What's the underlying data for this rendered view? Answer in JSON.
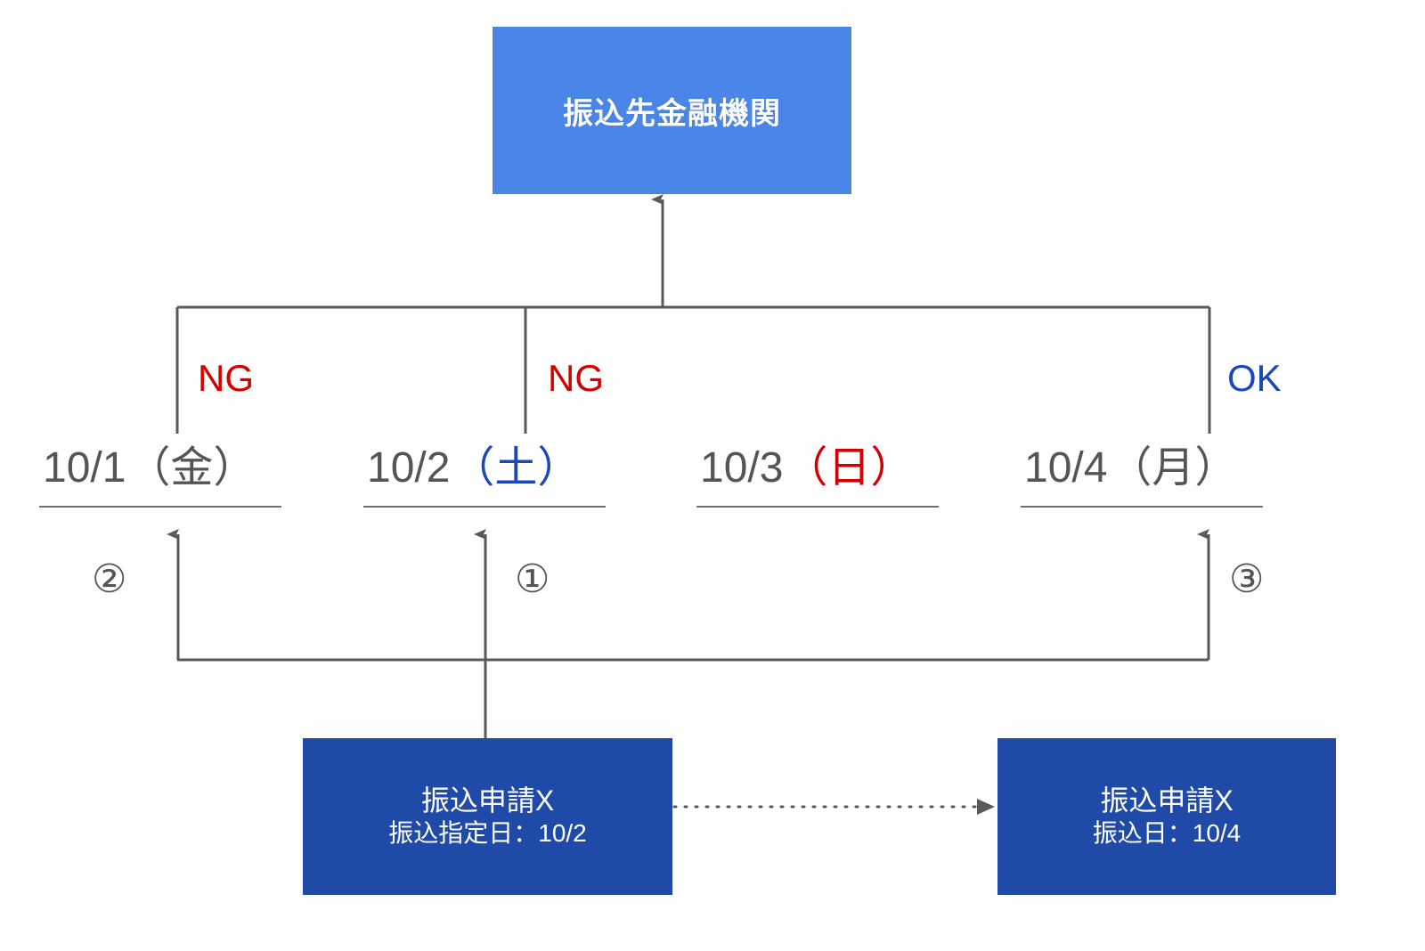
{
  "diagram": {
    "title_box": {
      "label": "振込先金融機関"
    },
    "flags": [
      {
        "name": "ng-1",
        "label": "NG",
        "color": "#d40000"
      },
      {
        "name": "ng-2",
        "label": "NG",
        "color": "#d40000"
      },
      {
        "name": "ok-1",
        "label": "OK",
        "color": "#1a47ba"
      }
    ],
    "dates": [
      {
        "date": "10/1",
        "weekday": "（金）",
        "weekday_color": "gray"
      },
      {
        "date": "10/2",
        "weekday": "（土）",
        "weekday_color": "blue"
      },
      {
        "date": "10/3",
        "weekday": "（日）",
        "weekday_color": "red"
      },
      {
        "date": "10/4",
        "weekday": "（月）",
        "weekday_color": "gray"
      }
    ],
    "step_markers": [
      {
        "name": "step-2",
        "label": "②"
      },
      {
        "name": "step-1",
        "label": "①"
      },
      {
        "name": "step-3",
        "label": "③"
      }
    ],
    "request_boxes": [
      {
        "name": "transfer-request-specified",
        "title": "振込申請X",
        "subtitle": "振込指定日：10/2"
      },
      {
        "name": "transfer-request-executed",
        "title": "振込申請X",
        "subtitle": "振込日：10/4"
      }
    ],
    "colors": {
      "bank_box": "#4a86e8",
      "request_box": "#1f4aa8",
      "line": "#595959",
      "ng": "#d40000",
      "ok": "#1a47ba",
      "date_text": "#555555"
    }
  }
}
